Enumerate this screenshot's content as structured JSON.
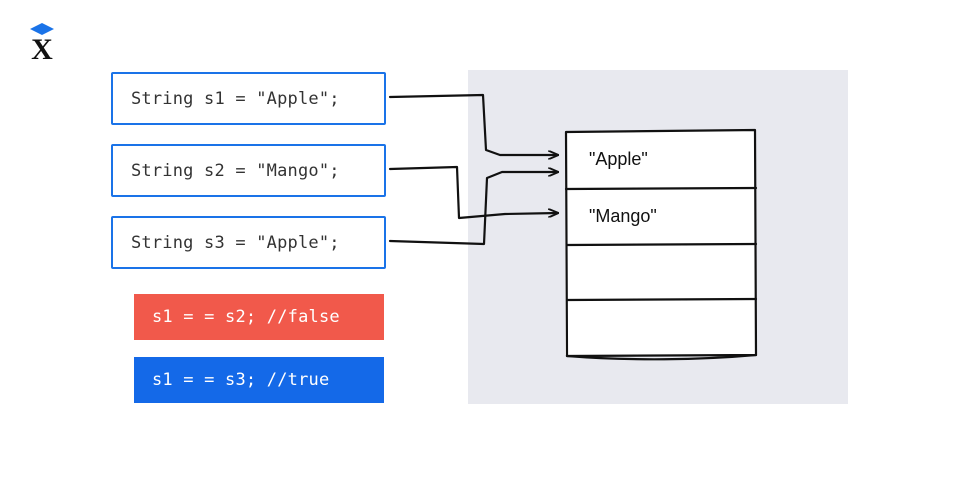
{
  "logo": {
    "name": "x-logo",
    "mark_color": "#1a73e8",
    "letter": "X",
    "letter_color": "#111111"
  },
  "theme": {
    "accent_blue": "#1a73e8",
    "box_border_blue": "#1a73e8",
    "false_red": "#f1594b",
    "true_blue": "#1469e8",
    "pool_background": "#e8e9ef",
    "pool_cell_background": "#ffffff",
    "stroke_black": "#111111",
    "code_text": "#333333"
  },
  "declarations": [
    {
      "id": "s1",
      "code": "String s1 = \"Apple\";"
    },
    {
      "id": "s2",
      "code": "String s2 = \"Mango\";"
    },
    {
      "id": "s3",
      "code": "String s3 = \"Apple\";"
    }
  ],
  "comparisons": [
    {
      "id": "s1-eq-s2",
      "code": "s1 = = s2; //false",
      "result": "false"
    },
    {
      "id": "s1-eq-s3",
      "code": "s1 = = s3; //true",
      "result": "true"
    }
  ],
  "string_pool": {
    "title": "",
    "cells": [
      {
        "index": 0,
        "value": "\"Apple\""
      },
      {
        "index": 1,
        "value": "\"Mango\""
      },
      {
        "index": 2,
        "value": ""
      },
      {
        "index": 3,
        "value": ""
      }
    ]
  },
  "references": [
    {
      "from": "s1",
      "to_cell": 0
    },
    {
      "from": "s3",
      "to_cell": 0
    },
    {
      "from": "s2",
      "to_cell": 1
    }
  ]
}
